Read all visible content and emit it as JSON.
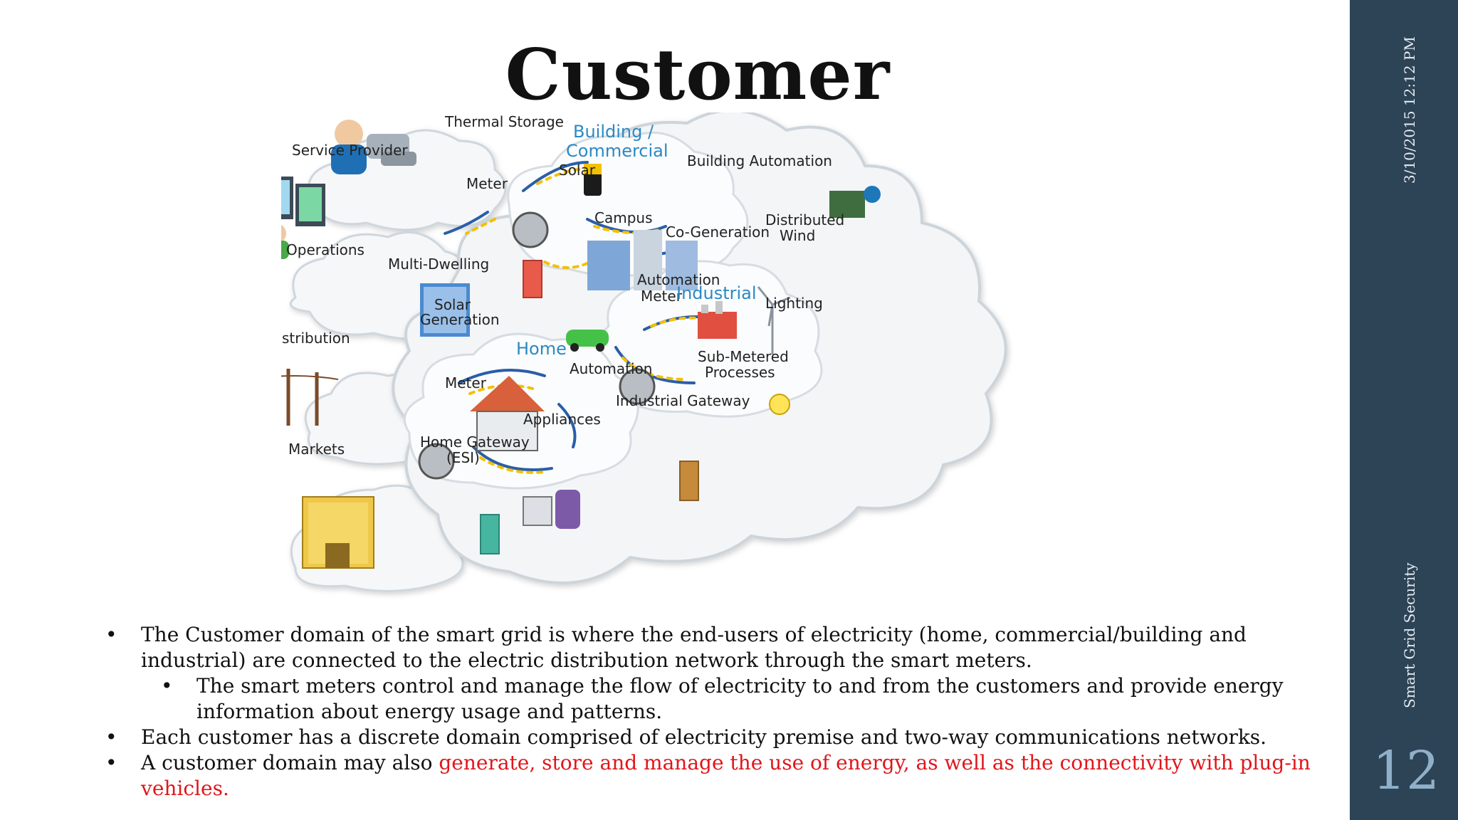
{
  "slide": {
    "title": "Customer",
    "date": "3/10/2015 12:12 PM",
    "footer": "Smart Grid Security",
    "page_number": "12"
  },
  "diagram": {
    "service_provider": "Service Provider",
    "operations": "Operations",
    "distribution": "Distribution",
    "markets": "Markets",
    "thermal_storage": "Thermal Storage",
    "building_commercial_1": "Building /",
    "building_commercial_2": "Commercial",
    "building_automation": "Building Automation",
    "meter_top": "Meter",
    "solar": "Solar",
    "campus": "Campus",
    "multi_dwelling": "Multi-Dwelling",
    "co_generation": "Co-Generation",
    "distributed_wind_1": "Distributed",
    "distributed_wind_2": "Wind",
    "automation_industrial": "Automation",
    "meter_industrial": "Meter",
    "industrial": "Industrial",
    "lighting": "Lighting",
    "solar_generation_1": "Solar",
    "solar_generation_2": "Generation",
    "home": "Home",
    "automation_home": "Automation",
    "sub_metered_1": "Sub-Metered",
    "sub_metered_2": "Processes",
    "meter_home": "Meter",
    "industrial_gateway": "Industrial Gateway",
    "appliances": "Appliances",
    "home_gateway_1": "Home Gateway",
    "home_gateway_2": "(ESI)"
  },
  "bullets": {
    "b1": "The Customer domain of the smart grid is where the end-users of electricity (home, commercial/building and industrial) are connected to the electric distribution network through the smart meters.",
    "b1_sub": "The smart meters control and manage the flow of electricity to and from the customers and provide energy information about energy usage and patterns.",
    "b2": "Each customer has a discrete domain comprised of electricity premise and two-way communications networks.",
    "b3_plain": "A customer domain may also ",
    "b3_red": "generate, store and manage the use of energy, as well as the connectivity with plug-in vehicles.",
    "bullet_glyph": "•"
  },
  "colors": {
    "sidebar": "#2d4356",
    "highlight": "#e0161a",
    "diagram_blue": "#2b89c4"
  }
}
